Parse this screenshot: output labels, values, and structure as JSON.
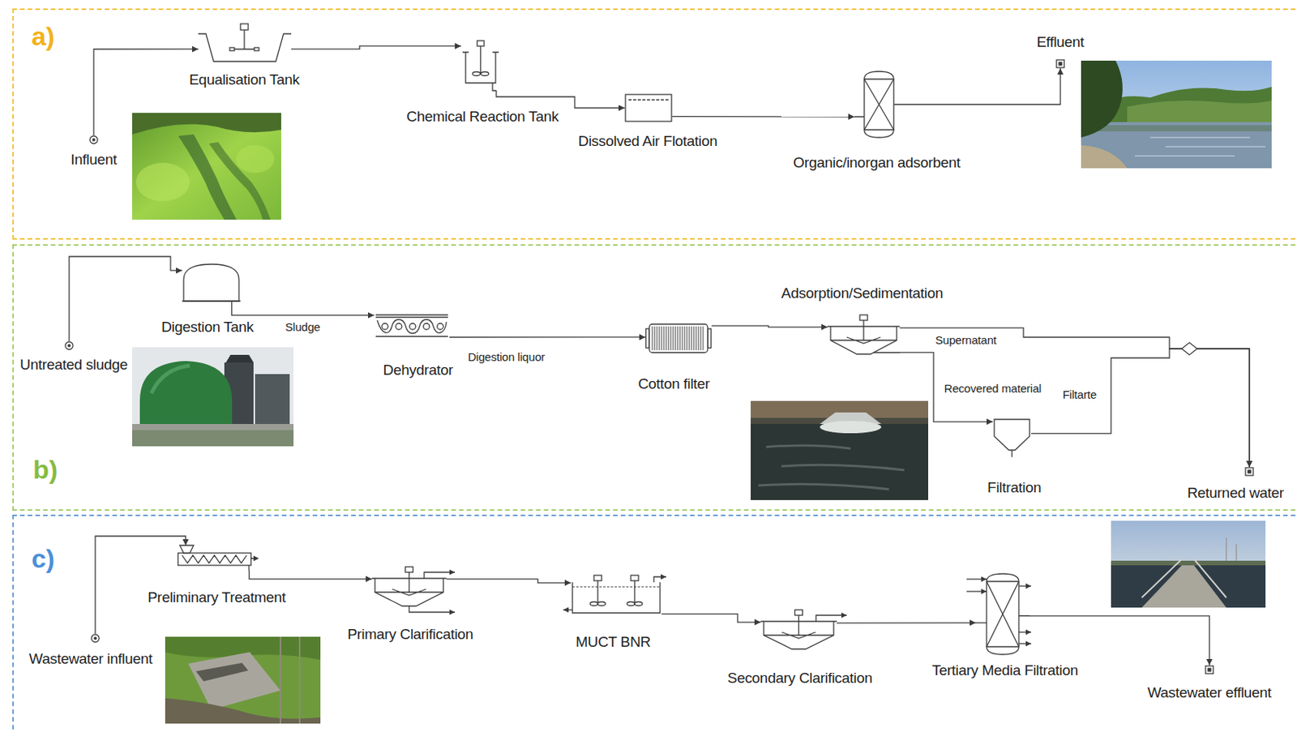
{
  "diagram": {
    "nodes": [
      {
        "text": [
          "a)"
        ]
      },
      {
        "text": [
          "Influent"
        ],
        "in": 0
      },
      {
        "text": [
          "Equalisation Tank"
        ],
        "in": 0
      },
      {
        "text": [
          "Chemical Reaction Tank"
        ],
        "in": 0
      },
      {
        "text": [
          "Dissolved Air Flotation"
        ],
        "in": 0
      },
      {
        "text": [
          "Organic/inorgan adsorbent"
        ],
        "in": 0
      },
      {
        "text": [
          "Effluent"
        ],
        "in": 0
      },
      {
        "text": [
          "b)"
        ]
      },
      {
        "text": [
          "Untreated sludge"
        ],
        "in": 7
      },
      {
        "text": [
          "Digestion Tank"
        ],
        "in": 7
      },
      {
        "text": [
          "Dehydrator"
        ],
        "in": 7
      },
      {
        "text": [
          "Cotton filter"
        ],
        "in": 7
      },
      {
        "text": [
          "Adsorption/Sedimentation"
        ],
        "in": 7
      },
      {
        "text": [
          "Filtration"
        ],
        "in": 7
      },
      {
        "text": [
          "Returned water"
        ],
        "in": 7
      },
      {
        "text": [
          "c)"
        ]
      },
      {
        "text": [
          "Wastewater influent"
        ],
        "in": 15
      },
      {
        "text": [
          "Preliminary Treatment"
        ],
        "in": 15
      },
      {
        "text": [
          "Primary Clarification"
        ],
        "in": 15
      },
      {
        "text": [
          "MUCT BNR"
        ],
        "in": 15
      },
      {
        "text": [
          "Secondary Clarification"
        ],
        "in": 15
      },
      {
        "text": [
          "Tertiary Media Filtration"
        ],
        "in": 15
      },
      {
        "text": [
          "Wastewater effluent"
        ],
        "in": 15
      }
    ],
    "edges": [
      {
        "from": 1,
        "to": 2,
        "arrow": "to"
      },
      {
        "from": 2,
        "to": 3,
        "arrow": "to"
      },
      {
        "from": 3,
        "to": 4,
        "arrow": "to"
      },
      {
        "from": 4,
        "to": 5,
        "arrow": "to"
      },
      {
        "from": 5,
        "to": 6,
        "arrow": "to"
      },
      {
        "from": 8,
        "to": 9,
        "arrow": "to"
      },
      {
        "from": 9,
        "to": 10,
        "label": "Sludge",
        "arrow": "to"
      },
      {
        "from": 10,
        "to": 11,
        "label": "Digestion liquor",
        "arrow": "to"
      },
      {
        "from": 11,
        "to": 12,
        "arrow": "to"
      },
      {
        "from": 12,
        "to": 14,
        "label": "Supernatant",
        "arrow": "to"
      },
      {
        "from": 12,
        "to": 13,
        "label": "Recovered material",
        "arrow": "to"
      },
      {
        "from": 13,
        "to": 14,
        "label": "Filtarte",
        "arrow": "to"
      },
      {
        "from": 16,
        "to": 17,
        "arrow": "to"
      },
      {
        "from": 17,
        "to": 18,
        "arrow": "to"
      },
      {
        "from": 18,
        "to": 19,
        "arrow": "to"
      },
      {
        "from": 19,
        "to": 20,
        "arrow": "to"
      },
      {
        "from": 20,
        "to": 21,
        "arrow": "to"
      },
      {
        "from": 21,
        "to": 22,
        "arrow": "to"
      }
    ]
  }
}
